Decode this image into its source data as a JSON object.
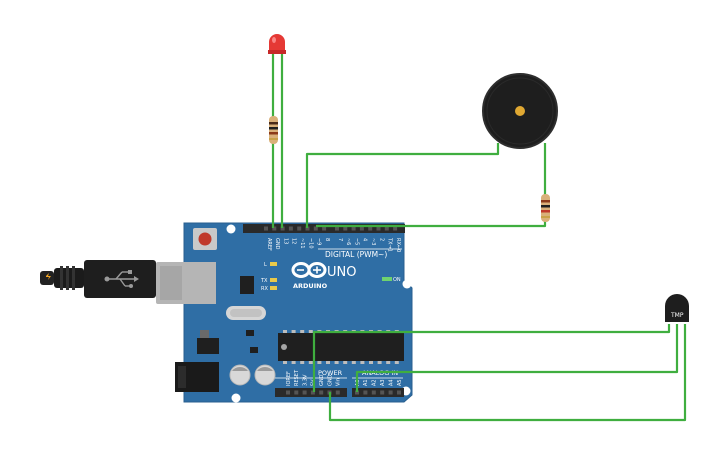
{
  "board": {
    "model": "UNO",
    "brand": "ARDUINO",
    "digital_header": "DIGITAL (PWM~)",
    "power_header": "POWER",
    "analog_header": "ANALOG IN",
    "on_label": "ON",
    "l_label": "L",
    "tx_label": "TX",
    "rx_label": "RX",
    "digital_pins": [
      "AREF",
      "GND",
      "13",
      "12",
      "~11",
      "~10",
      "~9",
      "8",
      "7",
      "~6",
      "~5",
      "4",
      "~3",
      "2",
      "TX→1",
      "RX←0"
    ],
    "power_pins": [
      "IOREF",
      "RESET",
      "3.3V",
      "5V",
      "GND",
      "GND",
      "Vin"
    ],
    "analog_pins": [
      "A0",
      "A1",
      "A2",
      "A3",
      "A4",
      "A5"
    ]
  },
  "sensor": {
    "label": "TMP"
  },
  "colors": {
    "board": "#2f6ea5",
    "wire": "#3fae3f",
    "led": "#e53935",
    "buzzer": "#1e1e1e",
    "resistor": "#d9b07a"
  }
}
